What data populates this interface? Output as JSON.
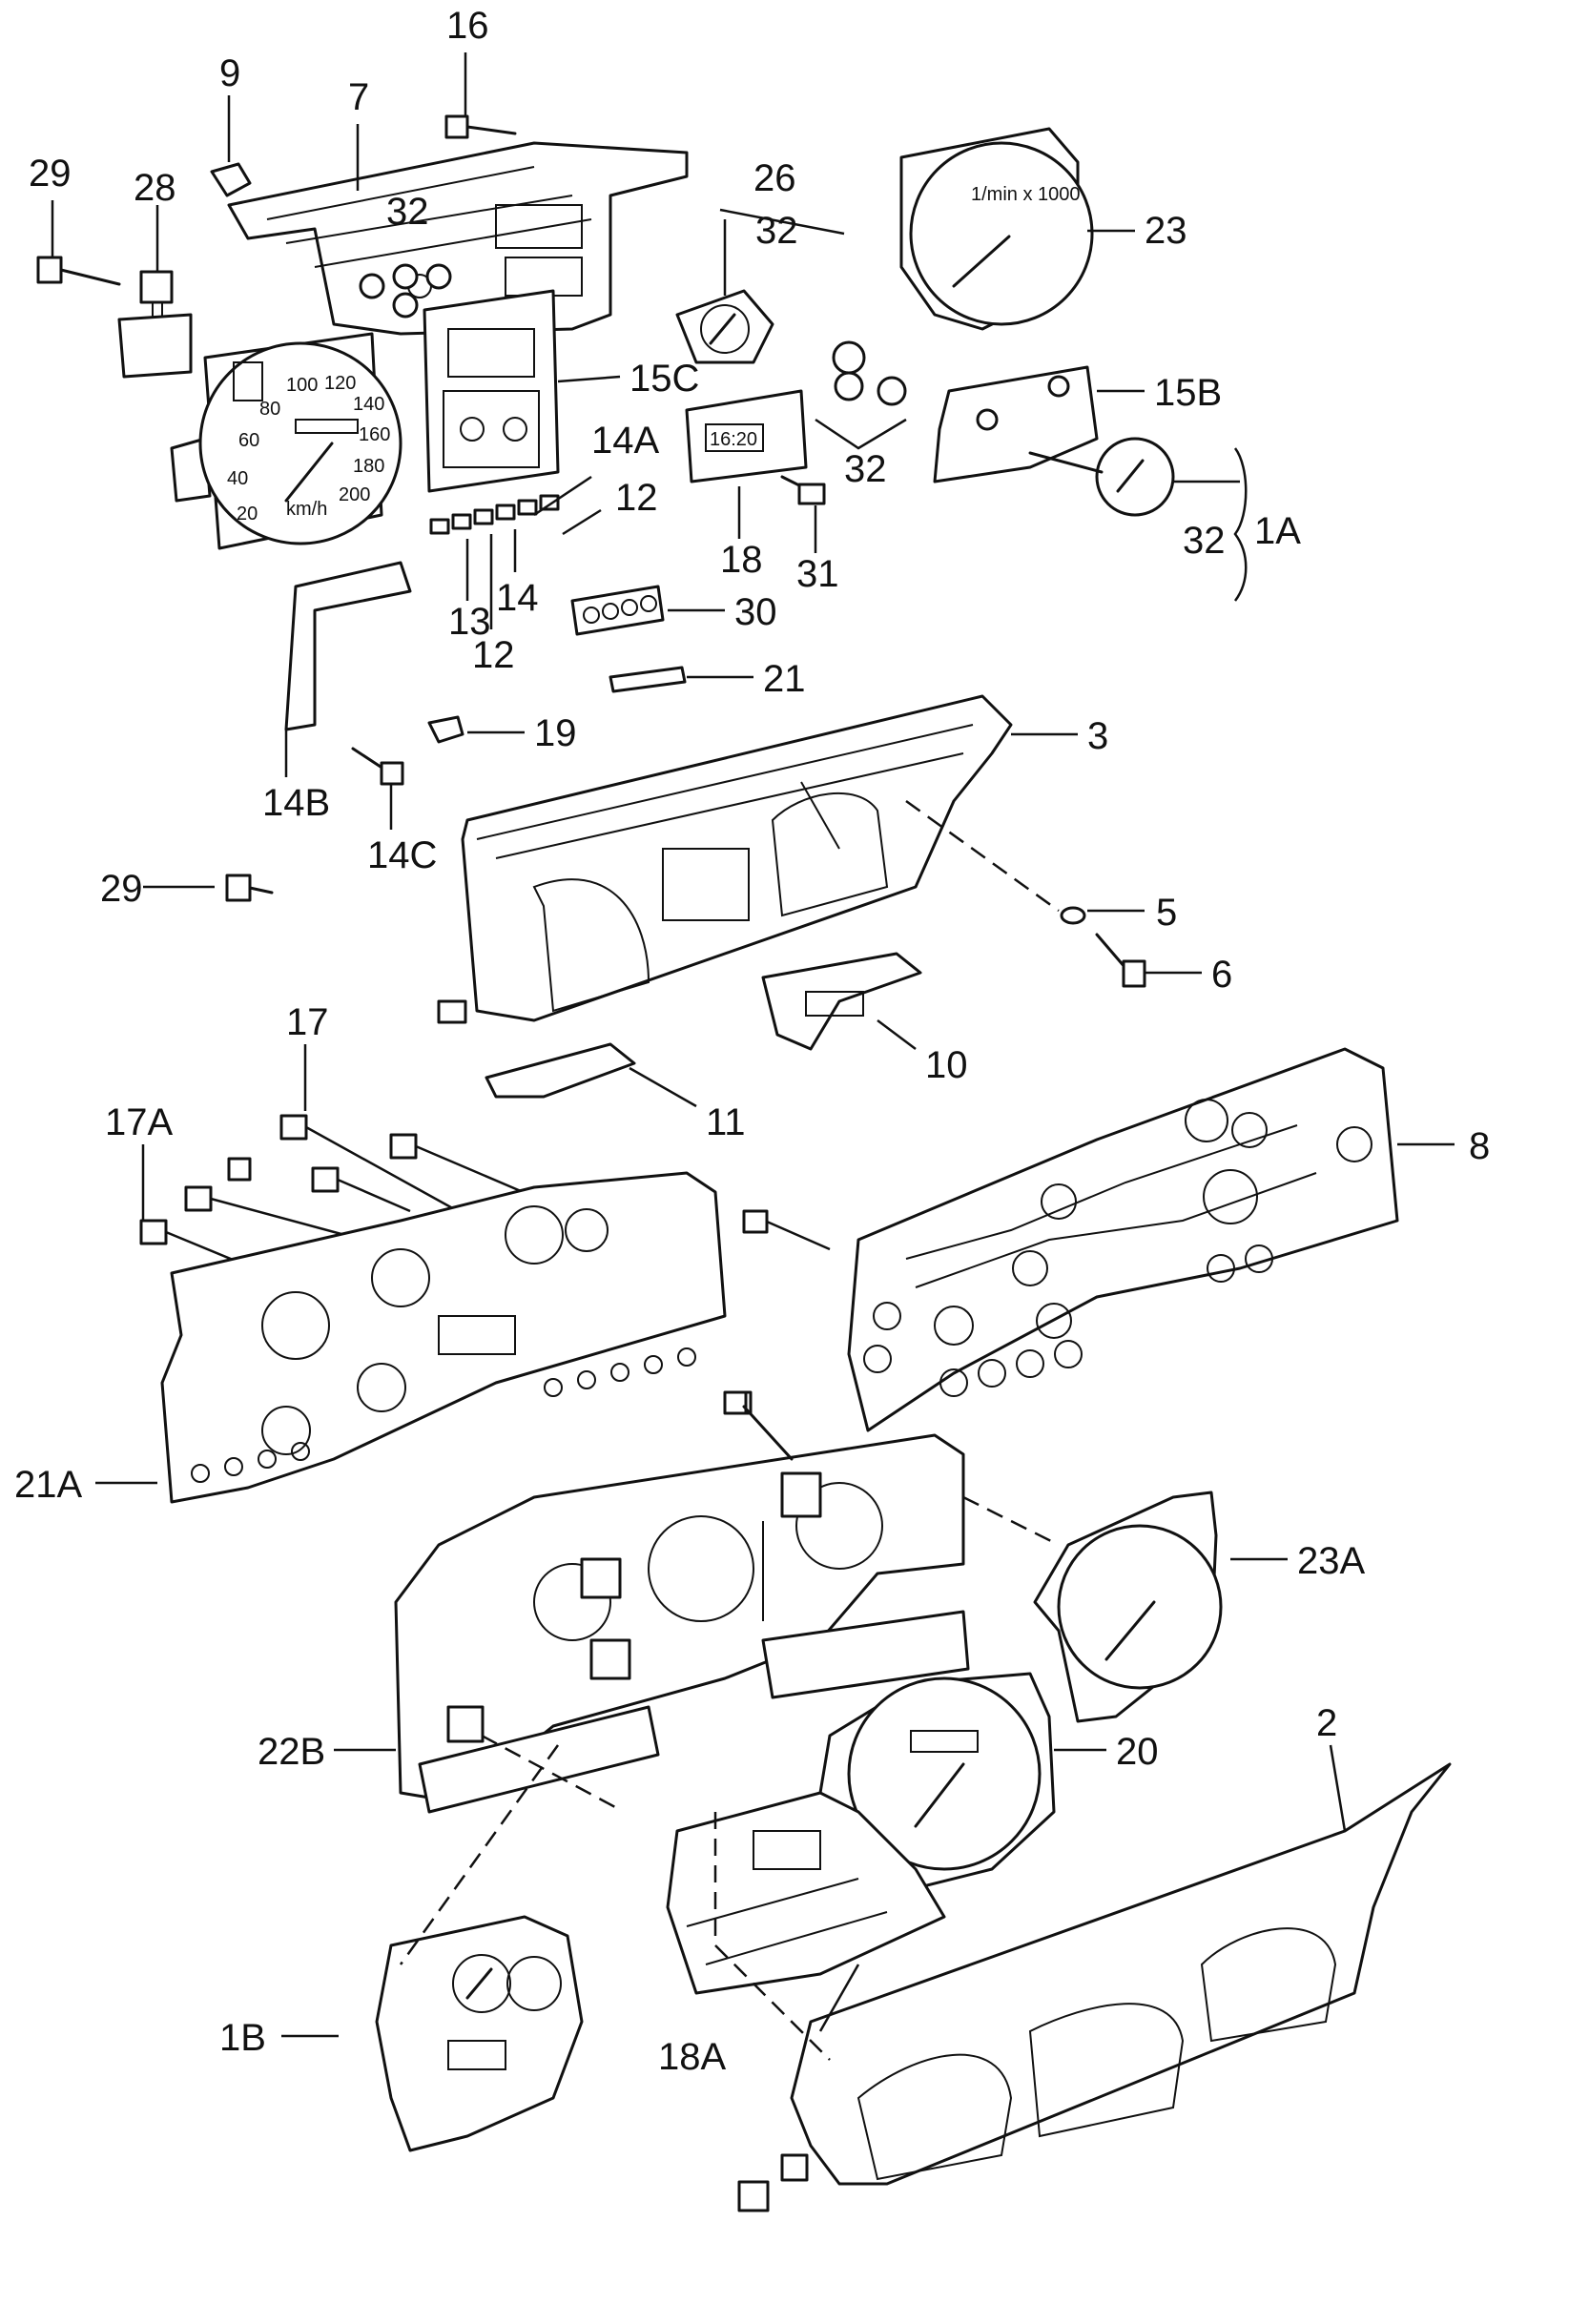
{
  "callouts": {
    "c2": "2",
    "c3": "3",
    "c5": "5",
    "c6": "6",
    "c7": "7",
    "c8": "8",
    "c9": "9",
    "c10": "10",
    "c11": "11",
    "c12a": "12",
    "c12b": "12",
    "c13": "13",
    "c14": "14",
    "c14a": "14A",
    "c14b": "14B",
    "c14c": "14C",
    "c15b": "15B",
    "c15c": "15C",
    "c16": "16",
    "c17": "17",
    "c17a": "17A",
    "c18": "18",
    "c18a": "18A",
    "c19": "19",
    "c20": "20",
    "c21": "21",
    "c21a": "21A",
    "c22b": "22B",
    "c23": "23",
    "c23a": "23A",
    "c26": "26",
    "c28": "28",
    "c29a": "29",
    "c29b": "29",
    "c30": "30",
    "c31": "31",
    "c32a": "32",
    "c32b": "32",
    "c32c": "32",
    "c32d": "32",
    "c1a": "1A",
    "c1b": "1B"
  },
  "speedometer": {
    "scale": [
      "20",
      "40",
      "60",
      "80",
      "100",
      "120",
      "140",
      "160",
      "180",
      "200"
    ],
    "unit": "km/h"
  },
  "clock_display": "16:20",
  "tacho_label": "1/min x 1000"
}
